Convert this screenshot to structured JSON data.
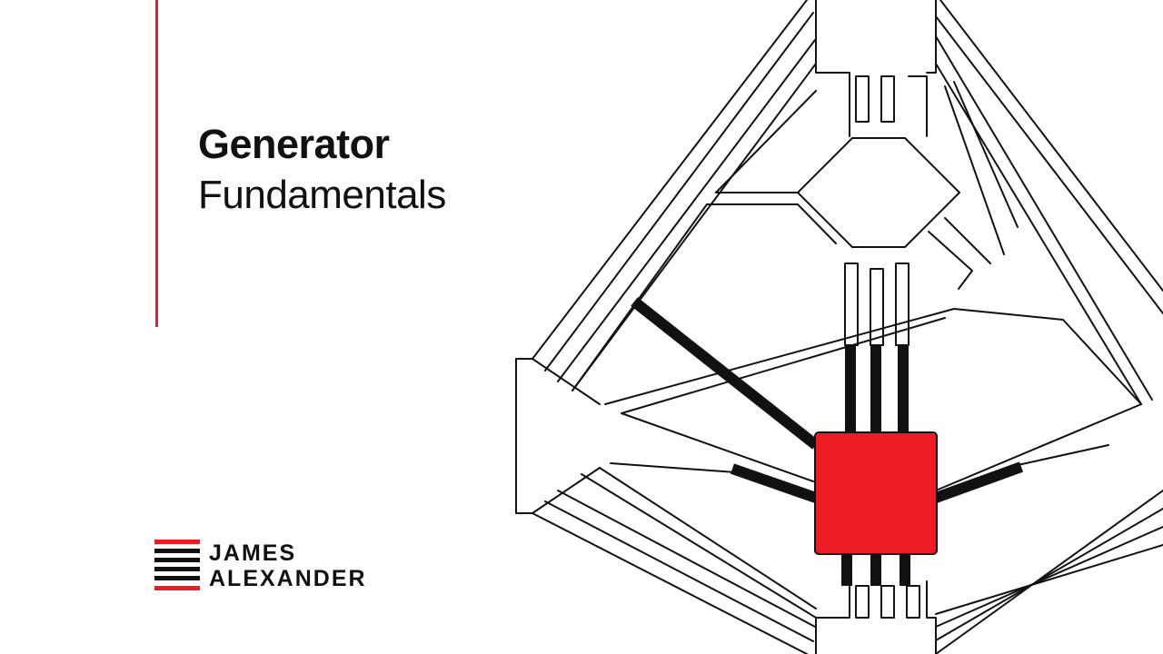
{
  "slide": {
    "title": "Generator",
    "subtitle": "Fundamentals"
  },
  "brand": {
    "line1": "JAMES",
    "line2": "ALEXANDER"
  },
  "colors": {
    "accent": "#ED1C24",
    "ink": "#111111",
    "background": "#FFFFFF"
  },
  "illustration": {
    "icon": "circuit-board-diagram-icon"
  }
}
